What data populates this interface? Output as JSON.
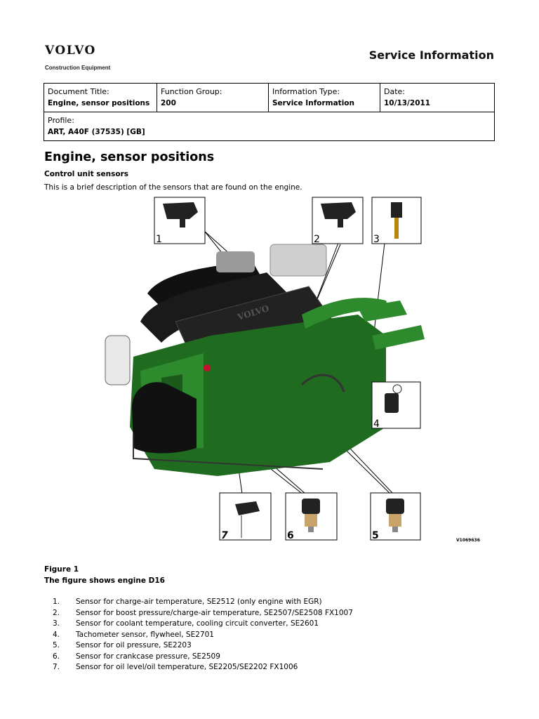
{
  "header": {
    "brand": "VOLVO",
    "brand_sub": "Construction Equipment",
    "doc_type": "Service Information"
  },
  "meta": {
    "document_title_label": "Document Title:",
    "document_title": "Engine, sensor positions",
    "function_group_label": "Function Group:",
    "function_group": "200",
    "information_type_label": "Information Type:",
    "information_type": "Service Information",
    "date_label": "Date:",
    "date": "10/13/2011",
    "profile_label": "Profile:",
    "profile": "ART, A40F (37535) [GB]"
  },
  "content": {
    "heading": "Engine, sensor positions",
    "subheading": "Control unit sensors",
    "intro": "This is a brief description of the sensors that are found on the engine."
  },
  "figure": {
    "callouts": [
      "1",
      "2",
      "3",
      "4",
      "5",
      "6",
      "7"
    ],
    "engine_brand": "VOLVO",
    "image_code": "V1069636",
    "caption_number": "Figure 1",
    "caption_text": "The figure shows engine D16"
  },
  "sensors": [
    {
      "num": "1.",
      "text": "Sensor for charge-air temperature, SE2512 (only engine with EGR)"
    },
    {
      "num": "2.",
      "text": "Sensor for boost pressure/charge-air temperature, SE2507/SE2508 FX1007"
    },
    {
      "num": "3.",
      "text": "Sensor for coolant temperature, cooling circuit converter, SE2601"
    },
    {
      "num": "4.",
      "text": "Tachometer sensor, flywheel, SE2701"
    },
    {
      "num": "5.",
      "text": "Sensor for oil pressure, SE2203"
    },
    {
      "num": "6.",
      "text": "Sensor for crankcase pressure, SE2509"
    },
    {
      "num": "7.",
      "text": "Sensor for oil level/oil temperature, SE2205/SE2202 FX1006"
    }
  ]
}
